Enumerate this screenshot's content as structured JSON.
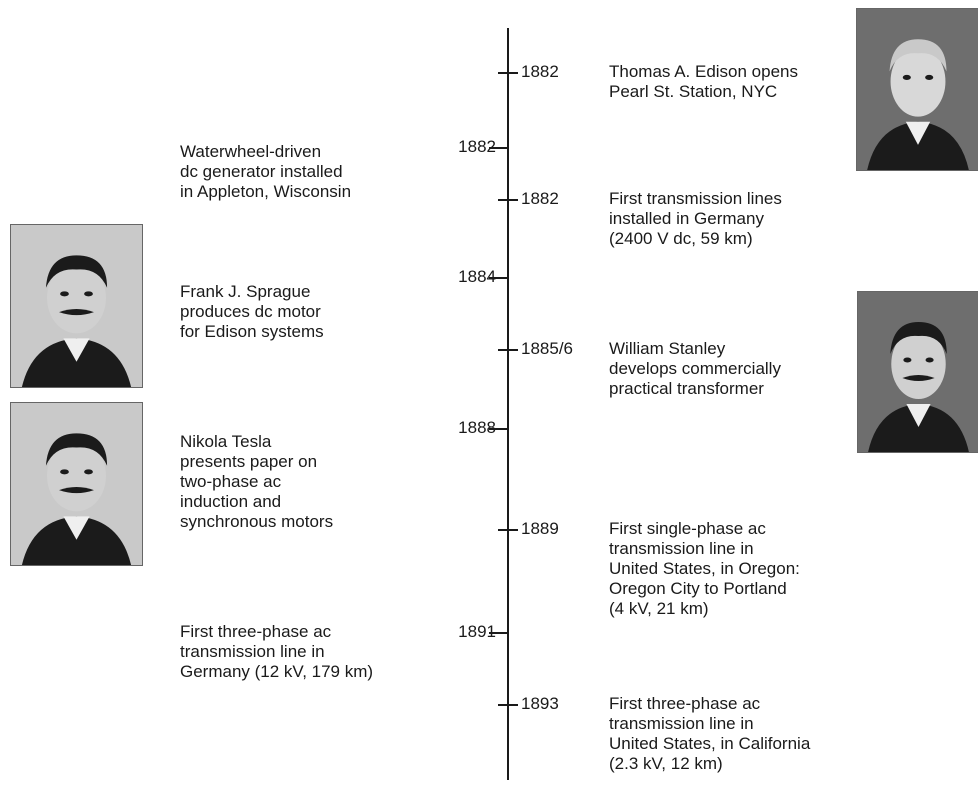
{
  "events": [
    {
      "id": "edison",
      "side": "right",
      "year": "1882",
      "lines": [
        "Thomas A. Edison opens",
        "Pearl St. Station, NYC"
      ],
      "portrait": "edison-portrait"
    },
    {
      "id": "appleton",
      "side": "left",
      "year": "1882",
      "lines": [
        "Waterwheel-driven",
        "dc generator installed",
        "in Appleton, Wisconsin"
      ]
    },
    {
      "id": "germany-dc",
      "side": "right",
      "year": "1882",
      "lines": [
        "First transmission lines",
        "installed in Germany",
        "(2400 V dc, 59 km)"
      ]
    },
    {
      "id": "sprague",
      "side": "left",
      "year": "1884",
      "lines": [
        "Frank J. Sprague",
        "produces dc motor",
        "for Edison systems"
      ],
      "portrait": "sprague-portrait"
    },
    {
      "id": "stanley",
      "side": "right",
      "year": "1885/6",
      "lines": [
        "William Stanley",
        "develops commercially",
        "practical transformer"
      ],
      "portrait": "stanley-portrait"
    },
    {
      "id": "tesla",
      "side": "left",
      "year": "1888",
      "lines": [
        "Nikola Tesla",
        "presents paper on",
        "two-phase ac",
        "induction and",
        "synchronous motors"
      ],
      "portrait": "tesla-portrait"
    },
    {
      "id": "oregon",
      "side": "right",
      "year": "1889",
      "lines": [
        "First single-phase ac",
        "transmission line in",
        "United States, in Oregon:",
        "Oregon City to Portland",
        "(4 kV, 21 km)"
      ]
    },
    {
      "id": "germany-3ph",
      "side": "left",
      "year": "1891",
      "lines": [
        "First three-phase ac",
        "transmission line in",
        "Germany (12 kV, 179 km)"
      ]
    },
    {
      "id": "california",
      "side": "right",
      "year": "1893",
      "lines": [
        "First three-phase ac",
        "transmission line in",
        "United States, in California",
        "(2.3 kV, 12 km)"
      ]
    }
  ],
  "portrait_tones": {
    "ink": "#1b1b1b",
    "mid": "#6e6e6e",
    "light": "#c9c9c9",
    "paper": "#efefef"
  }
}
